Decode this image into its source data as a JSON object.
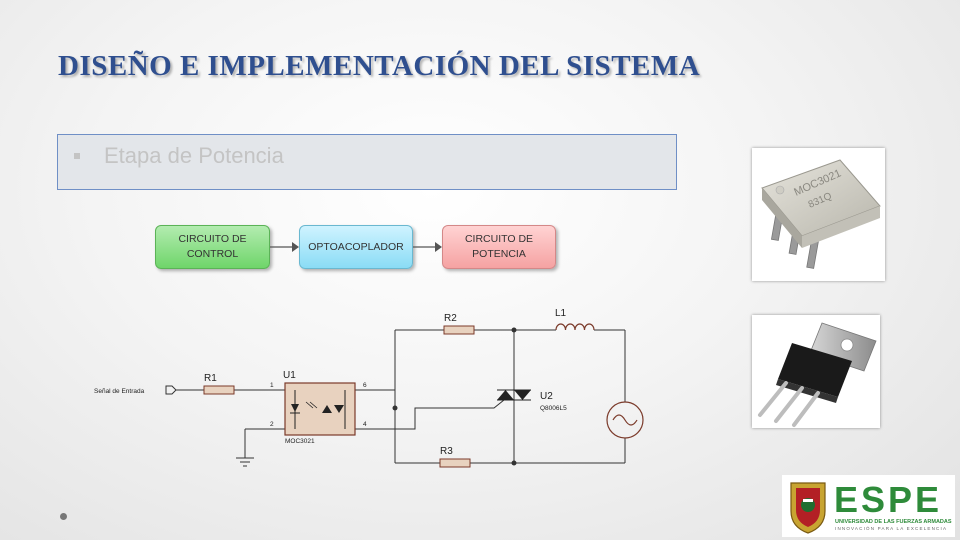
{
  "slide": {
    "title": "DISEÑO E IMPLEMENTACIÓN DEL SISTEMA",
    "bullet": "Etapa de Potencia"
  },
  "block_diagram": {
    "blocks": [
      {
        "label": "CIRCUITO DE\nCONTROL",
        "color": "#7edb79"
      },
      {
        "label": "OPTOACOPLADOR",
        "color": "#a7e6fb"
      },
      {
        "label": "CIRCUITO DE\nPOTENCIA",
        "color": "#f7b1b1"
      }
    ]
  },
  "schematic": {
    "input_label": "Señal de Entrada",
    "r1": "R1",
    "r2": "R2",
    "r3": "R3",
    "l1": "L1",
    "u1": "U1",
    "u1_part": "MOC3021",
    "u2": "U2",
    "u2_part": "Q8006L5",
    "pin1": "1",
    "pin2": "2",
    "pin6": "6",
    "pin4": "4"
  },
  "photos": {
    "opto_marking_line1": "MOC3021",
    "opto_marking_line2": "831Q"
  },
  "logo": {
    "name": "ESPE",
    "tagline": "UNIVERSIDAD DE LAS FUERZAS ARMADAS",
    "subtagline": "INNOVACIÓN PARA LA EXCELENCIA"
  }
}
